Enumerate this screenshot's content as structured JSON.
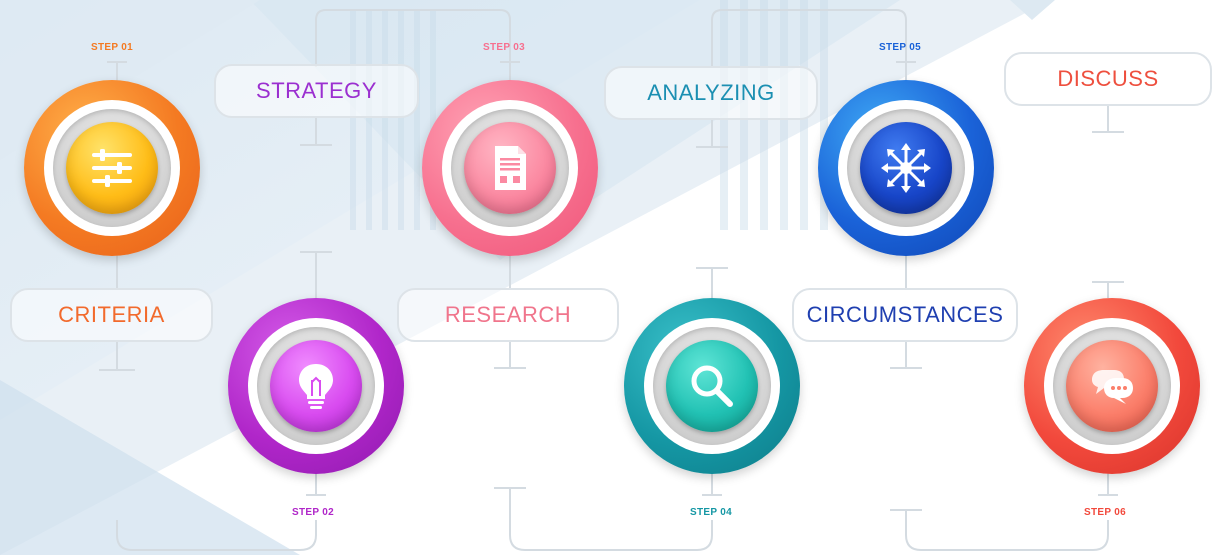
{
  "steps": [
    {
      "label": "STEP 01",
      "title": "CRITERIA",
      "icon": "sliders-icon",
      "color": "#f47a22",
      "title_color": "#f26a2c"
    },
    {
      "label": "STEP 02",
      "title": "STRATEGY",
      "icon": "lightbulb-icon",
      "color": "#b026c9",
      "title_color": "#9b2fd0"
    },
    {
      "label": "STEP 03",
      "title": "RESEARCH",
      "icon": "document-icon",
      "color": "#f7708f",
      "title_color": "#f0758c"
    },
    {
      "label": "STEP 04",
      "title": "ANALYZING",
      "icon": "magnifier-icon",
      "color": "#1597a4",
      "title_color": "#1b8fb2"
    },
    {
      "label": "STEP 05",
      "title": "CIRCUMSTANCES",
      "icon": "network-arrows-icon",
      "color": "#1a62d8",
      "title_color": "#1f3fb0"
    },
    {
      "label": "STEP 06",
      "title": "DISCUSS",
      "icon": "chat-bubbles-icon",
      "color": "#f2493c",
      "title_color": "#ee4f3e"
    }
  ]
}
